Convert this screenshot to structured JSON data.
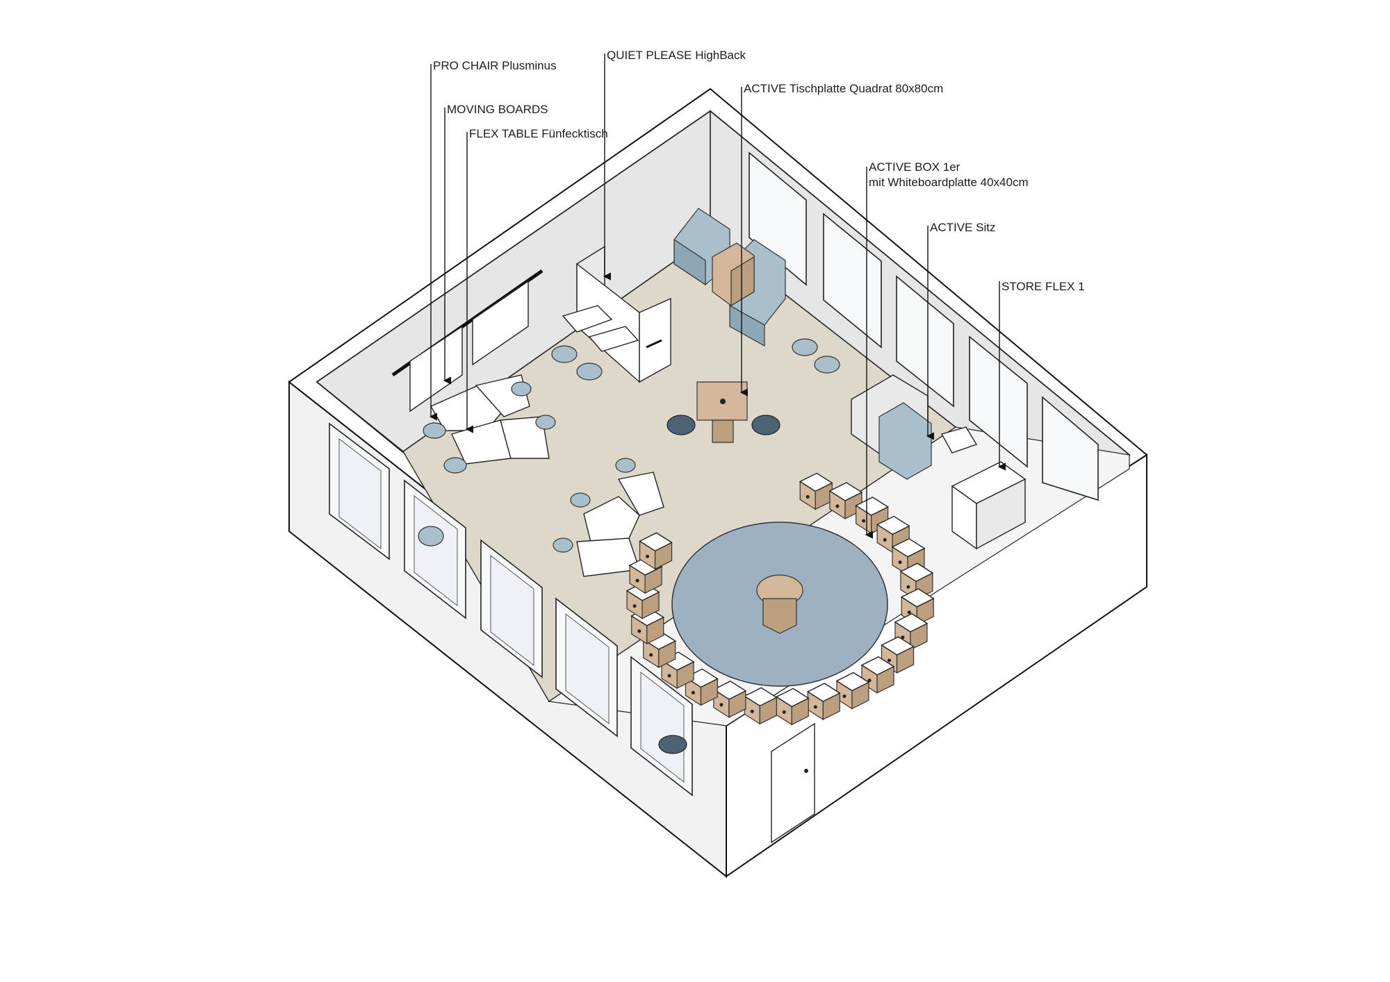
{
  "labels": {
    "pro_chair": "PRO CHAIR Plusminus",
    "moving_boards": "MOVING BOARDS",
    "flex_table": "FLEX TABLE Fünfecktisch",
    "quiet_please": "QUIET PLEASE HighBack",
    "active_tischplatte": "ACTIVE Tischplatte Quadrat 80x80cm",
    "active_box_line1": "ACTIVE BOX 1er",
    "active_box_line2": "mit Whiteboardplatte 40x40cm",
    "active_sitz": "ACTIVE Sitz",
    "store_flex": "STORE FLEX 1"
  },
  "colors": {
    "floor": "#ddd8c9",
    "upholstery": "#a9bfcc",
    "wood": "#d2b79a",
    "rug": "#9db1c0",
    "stool": "#4d6274"
  }
}
